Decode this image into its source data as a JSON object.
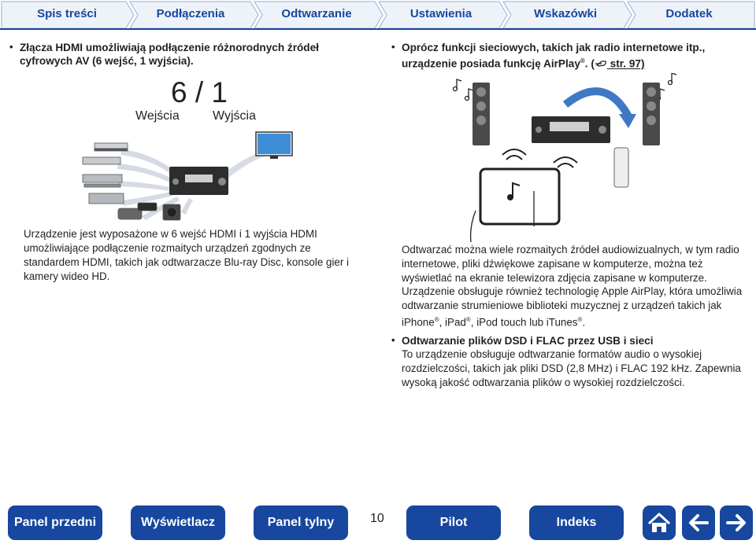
{
  "top_tabs": [
    {
      "label": "Spis treści"
    },
    {
      "label": "Podłączenia"
    },
    {
      "label": "Odtwarzanie"
    },
    {
      "label": "Ustawienia"
    },
    {
      "label": "Wskazówki"
    },
    {
      "label": "Dodatek"
    }
  ],
  "left": {
    "bullet_title": "Złącza HDMI umożliwiają podłączenie różnorodnych źródeł cyfrowych AV (6 wejść, 1 wyjścia).",
    "io_numbers": "6 / 1",
    "inputs_label": "Wejścia",
    "outputs_label": "Wyjścia",
    "description": "Urządzenie jest wyposażone w 6 wejść HDMI i 1 wyjścia HDMI umożliwiające podłączenie rozmaitych urządzeń zgodnych ze standardem HDMI, takich jak odtwarzacze Blu-ray Disc, konsole gier i kamery wideo HD."
  },
  "right": {
    "bullet1_title_part1": "Oprócz funkcji sieciowych, takich jak radio internetowe itp., urządzenie posiada funkcję AirPlay",
    "reg_mark": "®",
    "bullet1_title_part2": ". (",
    "ref_text": " str. 97)",
    "para1": "Odtwarzać można wiele rozmaitych źródeł audiowizualnych, w tym radio internetowe, pliki dźwiękowe zapisane w komputerze, można też wyświetlać na ekranie telewizora zdjęcia zapisane w komputerze.",
    "para2_part1": "Urządzenie obsługuje również technologię Apple AirPlay, która umożliwia odtwarzanie strumieniowe biblioteki muzycznej z urządzeń takich jak iPhone",
    "para2_part2": ", iPad",
    "para2_part3": ", iPod touch",
    "para2_part4": " lub iTunes",
    "para2_part5": ".",
    "bullet2_title": "Odtwarzanie plików DSD i FLAC przez USB i sieci",
    "para3": "To urządzenie obsługuje odtwarzanie formatów audio o wysokiej rozdzielczości, takich jak pliki DSD (2,8 MHz) i FLAC 192 kHz. Zapewnia wysoką jakość odtwarzania plików o wysokiej rozdzielczości."
  },
  "page_number": "10",
  "bottom_nav": {
    "front_panel": "Panel przedni",
    "display": "Wyświetlacz",
    "rear_panel": "Panel tylny",
    "remote": "Pilot",
    "index": "Indeks"
  },
  "icons": {
    "home": "home-icon",
    "back": "arrow-left-icon",
    "forward": "arrow-right-icon",
    "hand_ref": "pointing-hand-icon"
  },
  "colors": {
    "brand_blue": "#17479e",
    "tab_fill": "#eef3fa",
    "text": "#231f20"
  }
}
